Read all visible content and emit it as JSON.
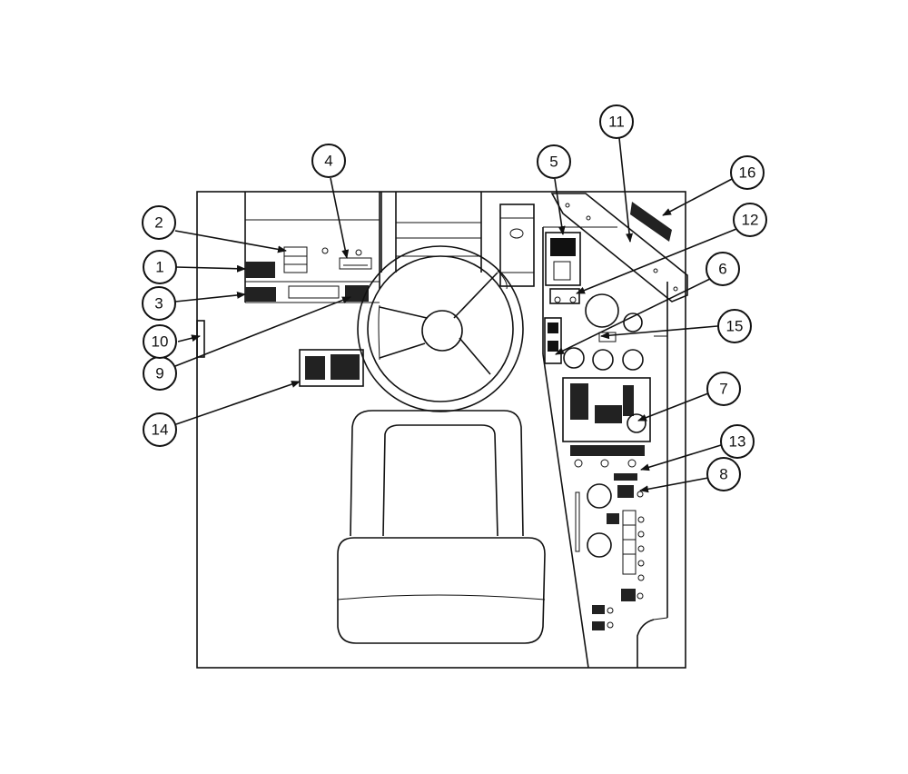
{
  "callouts": [
    {
      "id": 1,
      "label": "1"
    },
    {
      "id": 2,
      "label": "2"
    },
    {
      "id": 3,
      "label": "3"
    },
    {
      "id": 4,
      "label": "4"
    },
    {
      "id": 5,
      "label": "5"
    },
    {
      "id": 6,
      "label": "6"
    },
    {
      "id": 7,
      "label": "7"
    },
    {
      "id": 8,
      "label": "8"
    },
    {
      "id": 9,
      "label": "9"
    },
    {
      "id": 10,
      "label": "10"
    },
    {
      "id": 11,
      "label": "11"
    },
    {
      "id": 12,
      "label": "12"
    },
    {
      "id": 13,
      "label": "13"
    },
    {
      "id": 14,
      "label": "14"
    },
    {
      "id": 15,
      "label": "15"
    },
    {
      "id": 16,
      "label": "16"
    }
  ]
}
